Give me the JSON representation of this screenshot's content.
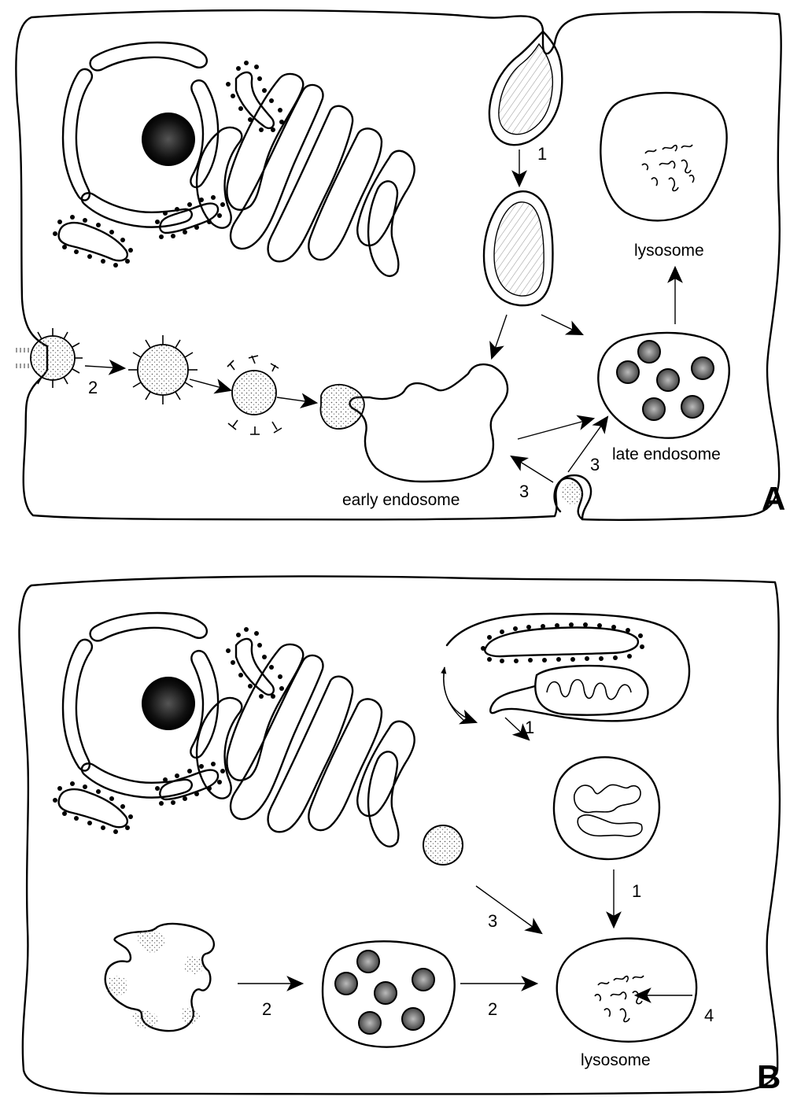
{
  "panel_a": {
    "letter": "A",
    "labels": {
      "lysosome": "lysosome",
      "late_endosome": "late endosome",
      "early_endosome": "early endosome"
    },
    "steps": {
      "s1": "1",
      "s2": "2",
      "s3a": "3",
      "s3b": "3"
    }
  },
  "panel_b": {
    "letter": "B",
    "labels": {
      "lysosome": "lysosome"
    },
    "steps": {
      "s1a": "1",
      "s1b": "1",
      "s2a": "2",
      "s2b": "2",
      "s3": "3",
      "s4": "4"
    }
  }
}
